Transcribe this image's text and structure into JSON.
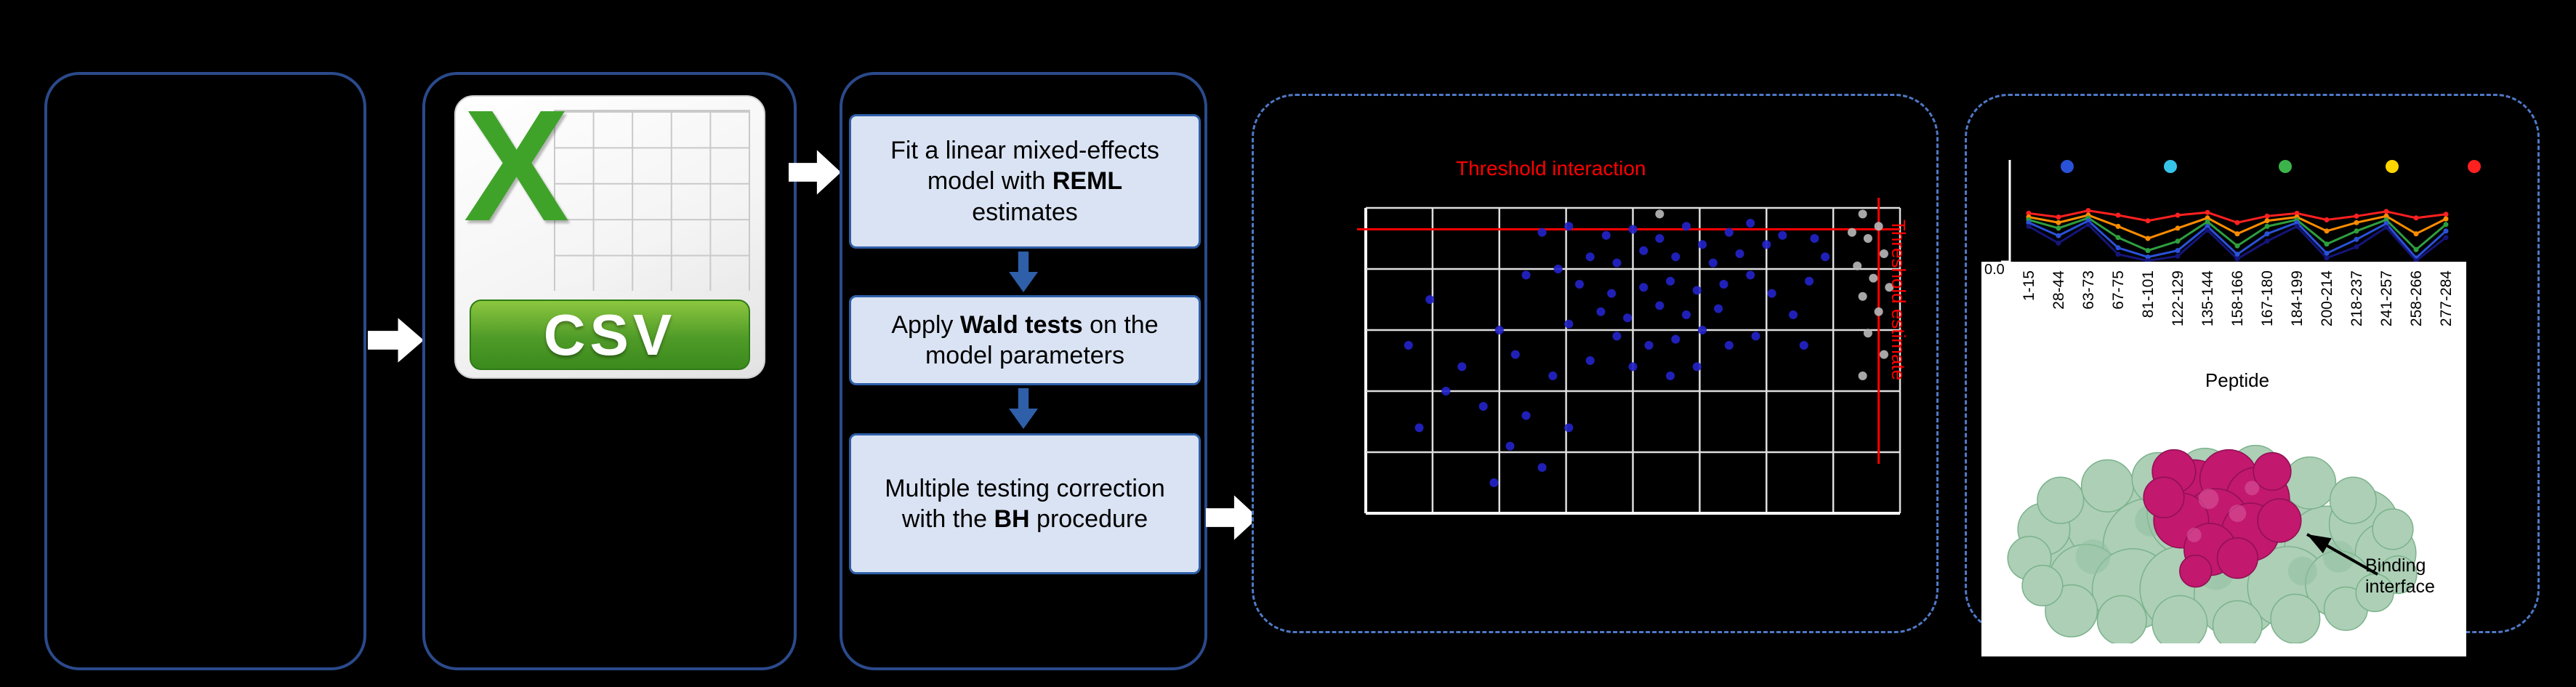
{
  "colors": {
    "background": "#000000",
    "panel_border": "#2b4a8c",
    "dashed_border": "#4f79c7",
    "step_fill": "#dae3f3",
    "step_border": "#2e5fa8",
    "flow_arrow": "#ffffff",
    "threshold_red": "#ff0000",
    "csv_green": "#3fa32a",
    "scatter_point_blue": "#2323c8",
    "scatter_point_gray": "#b5b5b5",
    "protein_green": "#accfb6",
    "protein_magenta": "#c2186e"
  },
  "csv_panel": {
    "letter": "X",
    "banner": "CSV"
  },
  "method_panel": {
    "steps": [
      {
        "pre": "Fit a linear mixed-effects model with ",
        "bold": "REML",
        "post": " estimates"
      },
      {
        "pre": "Apply ",
        "bold": "Wald tests",
        "post": " on the model parameters"
      },
      {
        "pre": "Multiple testing correction with the ",
        "bold": "BH",
        "post": " procedure"
      }
    ]
  },
  "results_panel": {
    "y_tick_label": "0.0",
    "x_axis_label": "Peptide",
    "annotation": "Binding interface"
  },
  "chart_data": [
    {
      "type": "scatter",
      "title": "Threshold interaction",
      "right_label": "Threshold estimate",
      "grid": true,
      "x_gridlines": 9,
      "y_gridlines": 6,
      "threshold_h_frac": 0.07,
      "threshold_v_frac": 0.96,
      "series": [
        {
          "name": "significant-points",
          "color": "#2323c8",
          "points": [
            [
              0.33,
              0.08
            ],
            [
              0.38,
              0.06
            ],
            [
              0.45,
              0.09
            ],
            [
              0.5,
              0.07
            ],
            [
              0.55,
              0.1
            ],
            [
              0.6,
              0.06
            ],
            [
              0.63,
              0.12
            ],
            [
              0.68,
              0.08
            ],
            [
              0.72,
              0.05
            ],
            [
              0.75,
              0.12
            ],
            [
              0.78,
              0.09
            ],
            [
              0.7,
              0.15
            ],
            [
              0.65,
              0.18
            ],
            [
              0.58,
              0.16
            ],
            [
              0.52,
              0.14
            ],
            [
              0.47,
              0.18
            ],
            [
              0.42,
              0.16
            ],
            [
              0.36,
              0.2
            ],
            [
              0.3,
              0.22
            ],
            [
              0.4,
              0.25
            ],
            [
              0.46,
              0.28
            ],
            [
              0.52,
              0.26
            ],
            [
              0.57,
              0.24
            ],
            [
              0.62,
              0.27
            ],
            [
              0.67,
              0.25
            ],
            [
              0.72,
              0.22
            ],
            [
              0.76,
              0.28
            ],
            [
              0.66,
              0.33
            ],
            [
              0.6,
              0.35
            ],
            [
              0.55,
              0.32
            ],
            [
              0.49,
              0.36
            ],
            [
              0.44,
              0.34
            ],
            [
              0.38,
              0.38
            ],
            [
              0.47,
              0.42
            ],
            [
              0.53,
              0.45
            ],
            [
              0.58,
              0.43
            ],
            [
              0.63,
              0.4
            ],
            [
              0.68,
              0.45
            ],
            [
              0.73,
              0.42
            ],
            [
              0.42,
              0.5
            ],
            [
              0.5,
              0.52
            ],
            [
              0.57,
              0.55
            ],
            [
              0.62,
              0.52
            ],
            [
              0.35,
              0.55
            ],
            [
              0.28,
              0.48
            ],
            [
              0.25,
              0.4
            ],
            [
              0.18,
              0.52
            ],
            [
              0.15,
              0.6
            ],
            [
              0.22,
              0.65
            ],
            [
              0.3,
              0.68
            ],
            [
              0.38,
              0.72
            ],
            [
              0.27,
              0.78
            ],
            [
              0.33,
              0.85
            ],
            [
              0.24,
              0.9
            ],
            [
              0.12,
              0.3
            ],
            [
              0.08,
              0.45
            ],
            [
              0.84,
              0.1
            ],
            [
              0.86,
              0.16
            ],
            [
              0.83,
              0.24
            ],
            [
              0.8,
              0.35
            ],
            [
              0.82,
              0.45
            ],
            [
              0.1,
              0.72
            ]
          ]
        },
        {
          "name": "nonsignificant-points",
          "color": "#b5b5b5",
          "points": [
            [
              0.93,
              0.02
            ],
            [
              0.96,
              0.06
            ],
            [
              0.94,
              0.1
            ],
            [
              0.97,
              0.15
            ],
            [
              0.92,
              0.19
            ],
            [
              0.95,
              0.23
            ],
            [
              0.93,
              0.29
            ],
            [
              0.96,
              0.34
            ],
            [
              0.94,
              0.41
            ],
            [
              0.97,
              0.48
            ],
            [
              0.93,
              0.55
            ],
            [
              0.91,
              0.08
            ],
            [
              0.98,
              0.26
            ],
            [
              0.55,
              0.02
            ]
          ]
        }
      ]
    },
    {
      "type": "line",
      "categories": [
        "1-15",
        "28-44",
        "63-73",
        "67-75",
        "81-101",
        "122-129",
        "135-144",
        "158-166",
        "167-180",
        "184-199",
        "200-214",
        "218-237",
        "241-257",
        "258-266",
        "277-284"
      ],
      "xlabel": "Peptide",
      "ylim": [
        0.0,
        1.0
      ],
      "ytick_labels": [
        "0.0"
      ],
      "legend_dot_colors": [
        "#2a52d8",
        "#35c4e8",
        "#3cb44b",
        "#ffd500",
        "#ff2020"
      ],
      "legend_dot_x": [
        138,
        280,
        438,
        585,
        698
      ],
      "series": [
        {
          "name": "red-line",
          "color": "#ff2020",
          "values": [
            0.52,
            0.48,
            0.55,
            0.5,
            0.44,
            0.5,
            0.53,
            0.42,
            0.49,
            0.52,
            0.45,
            0.49,
            0.54,
            0.47,
            0.51
          ]
        },
        {
          "name": "orange-line",
          "color": "#ff8c00",
          "values": [
            0.48,
            0.42,
            0.5,
            0.38,
            0.25,
            0.36,
            0.47,
            0.3,
            0.44,
            0.48,
            0.33,
            0.42,
            0.49,
            0.3,
            0.46
          ]
        },
        {
          "name": "green-line",
          "color": "#2e9e3f",
          "values": [
            0.45,
            0.36,
            0.47,
            0.26,
            0.12,
            0.22,
            0.43,
            0.17,
            0.38,
            0.45,
            0.19,
            0.33,
            0.45,
            0.13,
            0.4
          ]
        },
        {
          "name": "blue-line",
          "color": "#2a52d8",
          "values": [
            0.42,
            0.28,
            0.44,
            0.15,
            0.05,
            0.12,
            0.38,
            0.08,
            0.3,
            0.42,
            0.09,
            0.24,
            0.41,
            0.04,
            0.33
          ]
        },
        {
          "name": "navy-line",
          "color": "#15157a",
          "values": [
            0.38,
            0.2,
            0.4,
            0.08,
            0.01,
            0.06,
            0.34,
            0.03,
            0.22,
            0.38,
            0.04,
            0.16,
            0.37,
            0.01,
            0.26
          ]
        }
      ]
    }
  ]
}
